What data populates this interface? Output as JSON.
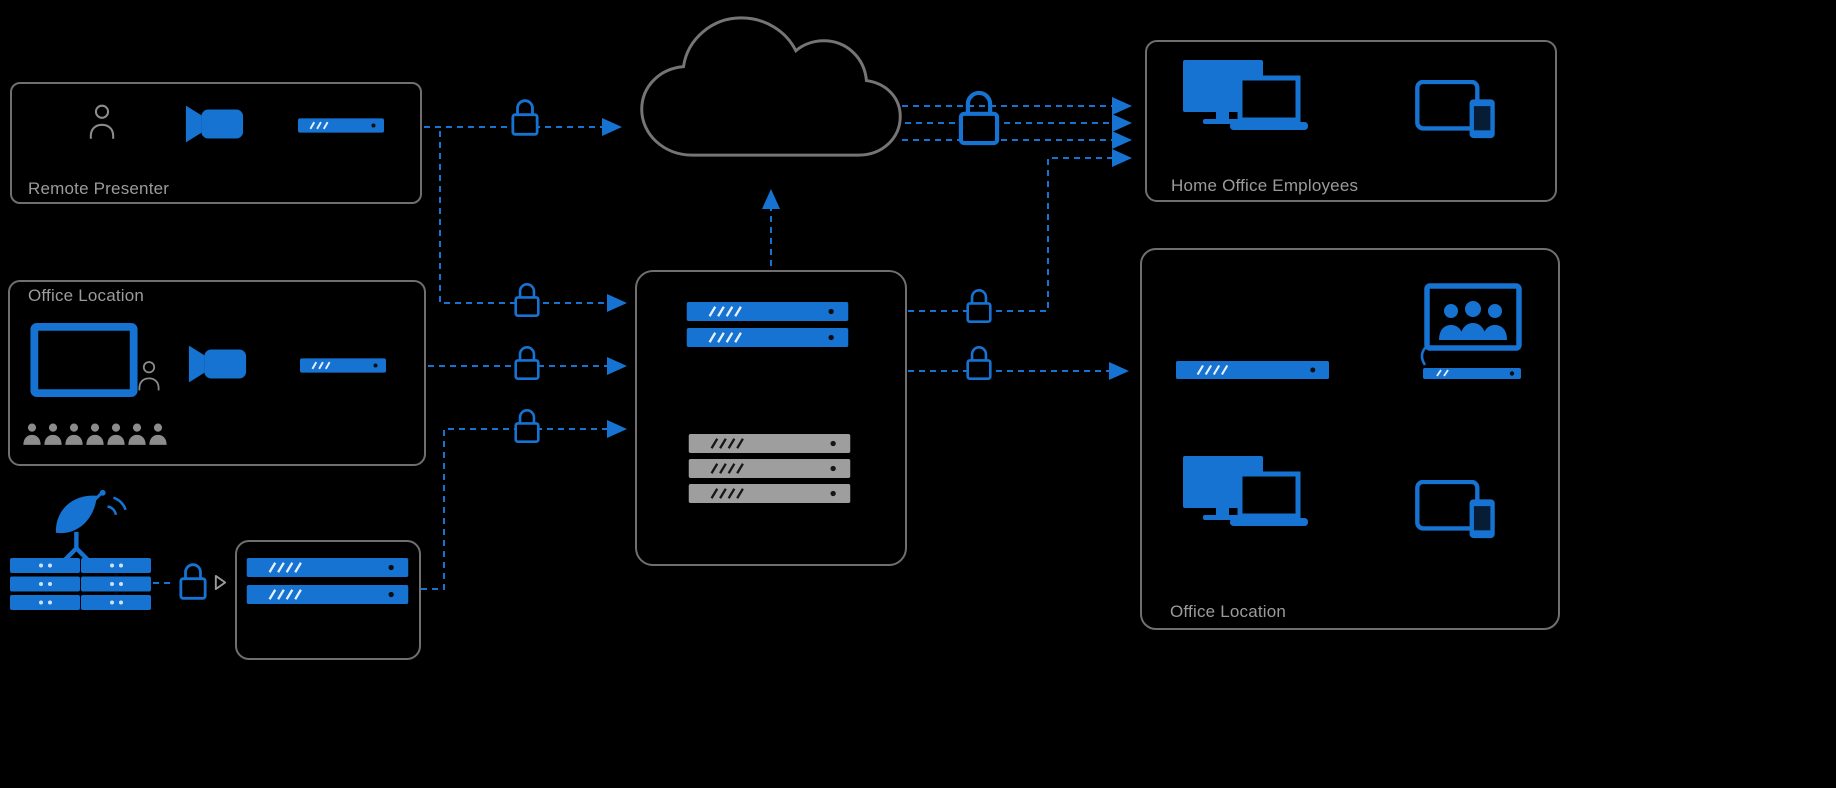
{
  "diagram": {
    "title": "Secure streaming / video network architecture diagram",
    "boxes": {
      "remote_presenter": {
        "label": "Remote Presenter"
      },
      "office_location_left": {
        "label": "Office Location"
      },
      "home_office_employees": {
        "label": "Home Office Employees"
      },
      "office_location_right": {
        "label": "Office Location"
      }
    },
    "icons": [
      "person-icon",
      "video-camera-icon",
      "encoder-device-icon",
      "display-monitor-icon",
      "audience-person-icon",
      "satellite-dish-icon",
      "server-rack-icon",
      "encryption-lock-icon",
      "cloud-icon",
      "streaming-server-icon",
      "standby-server-icon",
      "desktop-laptop-icon",
      "tablet-phone-icon",
      "video-conference-display-icon",
      "arrowhead-icon"
    ],
    "colors": {
      "accent_blue": "#1673D2",
      "outline_gray": "#6F6F6F",
      "label_gray": "#9B9B9B",
      "server_gray": "#9E9E9E",
      "background": "#000000"
    }
  }
}
